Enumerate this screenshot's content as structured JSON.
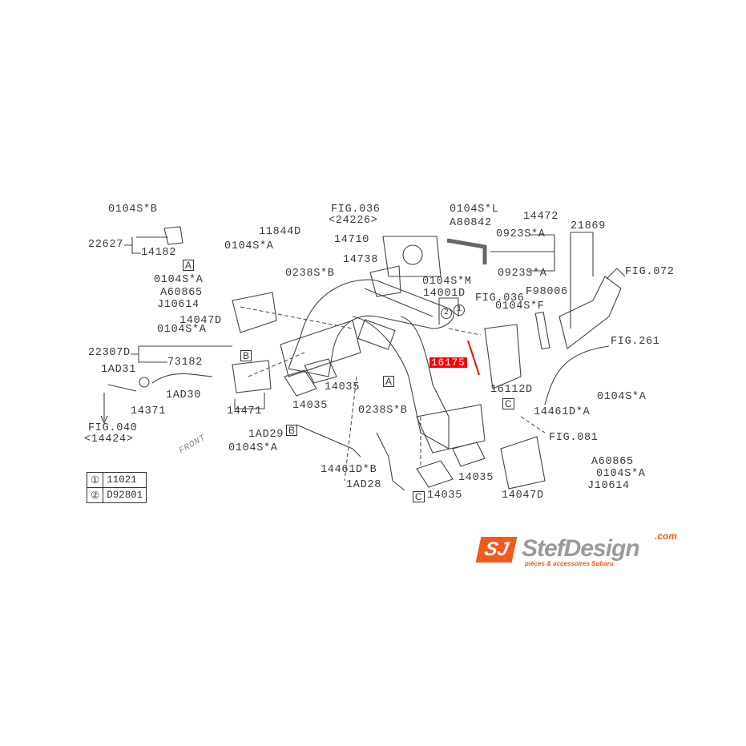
{
  "labels": [
    "0104S*B",
    "22627",
    "14182",
    "0104S*A",
    "11844D",
    "0238S*B",
    "0104S*A",
    "A60865",
    "J10614",
    "14047D",
    "0104S*A",
    "22307D",
    "73182",
    "1AD31",
    "1AD30",
    "14371",
    "14471",
    "FIG.040",
    "<14424>",
    "14035",
    "14035",
    "1AD29",
    "0104S*A",
    "14461D*B",
    "1AD28",
    "14035",
    "14035",
    "FIG.036",
    "<24226>",
    "0104S*L",
    "A80842",
    "14472",
    "14710",
    "0923S*A",
    "21869",
    "14738",
    "0104S*M",
    "0923S*A",
    "FIG.072",
    "14001D",
    "F98006",
    "FIG.036",
    "0104S*F",
    "FIG.261",
    "16112D",
    "0104S*A",
    "14461D*A",
    "0238S*B",
    "FIG.081",
    "A60865",
    "0104S*A",
    "J10614",
    "14047D",
    "FRONT"
  ],
  "boxes": [
    "A",
    "B",
    "B",
    "C",
    "A",
    "C"
  ],
  "highlight": {
    "part": "16175",
    "color": "#ff0000"
  },
  "legend": [
    {
      "mark": "①",
      "part": "11021"
    },
    {
      "mark": "②",
      "part": "D92801"
    }
  ],
  "callouts": [
    "1",
    "2"
  ],
  "logo": {
    "mark": "SJ",
    "name": "StefDesign",
    "tld": ".com",
    "tagline": "pièces & accessoires Subaru",
    "color": "#f05a1a"
  }
}
